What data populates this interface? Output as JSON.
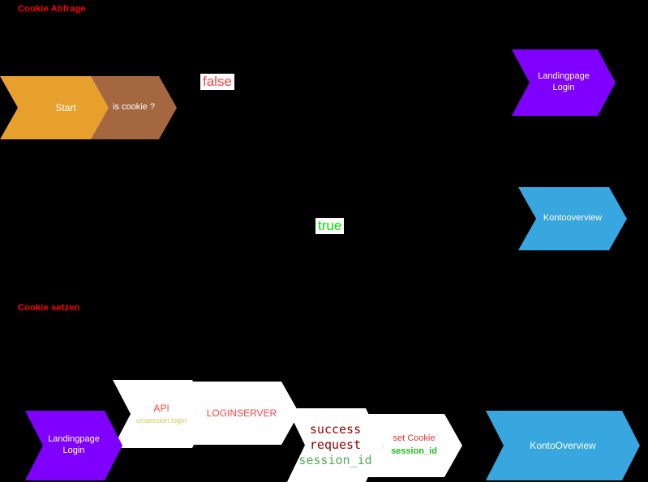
{
  "colors": {
    "background": "#000000",
    "section_label_red": "#FF0000",
    "start_orange": "#E8A02C",
    "cookie_brown": "#A5673F",
    "landingpage_purple": "#7F00FF",
    "konto_blue": "#38A6DF",
    "node_white": "#FFFFFF",
    "false_red": "#FF4444",
    "true_green": "#00DD00",
    "success_dark_red": "#990000",
    "session_green": "#4CAF50",
    "api_sub_yellow": "#CCCC55"
  },
  "sections": {
    "cookie_abfrage": "Cookie Abfrage",
    "cookie_setzen": "Cookie setzen"
  },
  "flow1": {
    "start": "Start",
    "is_cookie": "is cookie ?",
    "false_label": "false",
    "true_label": "true",
    "landingpage_login": "Landingpage\nLogin",
    "kontooverview": "Kontooverview"
  },
  "flow2": {
    "landingpage_login": "Landingpage\nLogin",
    "api": "API",
    "api_sub": "unsession.login",
    "loginserver": "LOGINSERVER",
    "success_line1": "success",
    "success_line2": "request",
    "success_line3": "session_id",
    "set_cookie": "set Cookie",
    "set_cookie_sub": "session_id",
    "kontooverview": "KontoOverview"
  }
}
